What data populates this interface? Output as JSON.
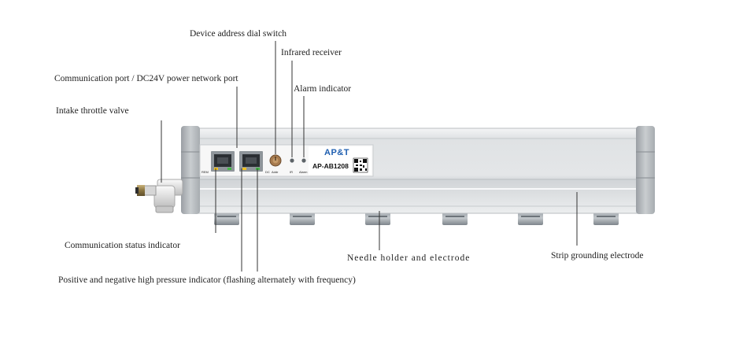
{
  "labels": {
    "dial_switch": "Device address dial switch",
    "infrared": "Infrared receiver",
    "comm_port": "Communication port / DC24V power network port",
    "alarm": "Alarm indicator",
    "throttle": "Intake throttle valve",
    "comm_status": "Communication status indicator",
    "needle": "Needle holder and electrode",
    "strip": "Strip grounding electrode",
    "hv_indicator": "Positive and negative high pressure indicator (flashing alternately with frequency)"
  },
  "device": {
    "brand": "AP&T",
    "model": "AP-AB1208",
    "port_left_label": "REM",
    "port_right_label": "DC",
    "dial_label": "Addr",
    "ir_label": "IR",
    "alarm_label": "Alarm"
  },
  "colors": {
    "brand_blue": "#1f5fb0",
    "body": "#d9dcde",
    "leader": "#333333"
  }
}
